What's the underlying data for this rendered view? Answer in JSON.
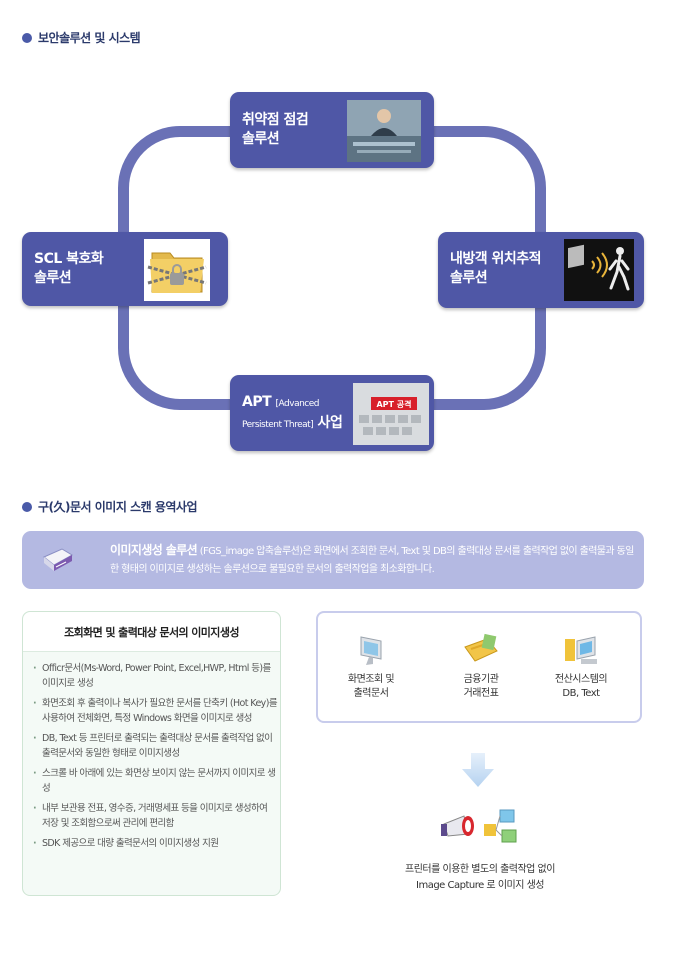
{
  "section1": {
    "heading": "보안솔루션 및 시스템"
  },
  "cycle": {
    "top": {
      "label": "취약점 점검\n솔루션",
      "icon": "businessman-hologram-photo"
    },
    "right": {
      "label": "내방객 위치추적\n솔루션",
      "icon": "walking-person-sensor-icon"
    },
    "bottom": {
      "label_main": "APT ",
      "label_small": "[Advanced\nPersistent Threat]",
      "label_end": " 사업",
      "badge": "APT 공격",
      "icon": "apt-attack-keyboard-photo"
    },
    "left": {
      "label": "SCL 복호화\n솔루션",
      "icon": "chained-folder-lock-icon"
    }
  },
  "section2": {
    "heading": "구(久)문서 이미지 스캔 용역사업"
  },
  "banner": {
    "title": "이미지생성 솔루션",
    "text_rest": " (FGS_image 압축솔루션)은 화면에서 조회한 문서, Text 및 DB의 출력대상 문서를 출력작업 없이 출력물과 동일한 형태의 이미지로 생성하는 솔루션으로 불필요한 문서의 출력작업을 최소화합니다.",
    "icon": "printer-icon"
  },
  "features": {
    "title": "조회화면 및 출력대상 문서의 이미지생성",
    "items": [
      "Officr문서(Ms-Word, Power Point, Excel,HWP, Html 등)를 이미지로 생성",
      "화면조회 후 출력이나 복사가 필요한 문서를 단축키 (Hot Key)를 사용하여 전체화면, 특정 Windows 화면을 이미지로 생성",
      "DB, Text 등 프린터로 출력되는 출력대상 문서를 출력작업 없이 출력문서와 동일한 형태로 이미지생성",
      "스크롤 바 아래에 있는 화면상 보이지 않는 문서까지 이미지로 생성",
      "내부 보관용 전표, 영수증, 거래명세표 등을 이미지로 생성하여 저장 및 조회함으로써 관리에 편리함",
      "SDK 제공으로 대량 출력문서의 이미지생성 지원"
    ]
  },
  "sources": [
    {
      "caption": "화면조회 및\n출력문서",
      "icon": "monitor-icon"
    },
    {
      "caption": "금융기관\n거래전표",
      "icon": "card-slip-icon"
    },
    {
      "caption": "전산시스템의\nDB, Text",
      "icon": "server-monitor-icon"
    }
  ],
  "result": {
    "caption": "프린터를 이용한 별도의 출력작업 없이\nImage Capture 로 이미지 생성",
    "icons": [
      "megaphone-icon",
      "network-pc-icon"
    ]
  },
  "colors": {
    "node": "#4f57a6",
    "ring": "#6a71b6",
    "banner": "#b4b9e2",
    "heading": "#2b3a6b"
  }
}
